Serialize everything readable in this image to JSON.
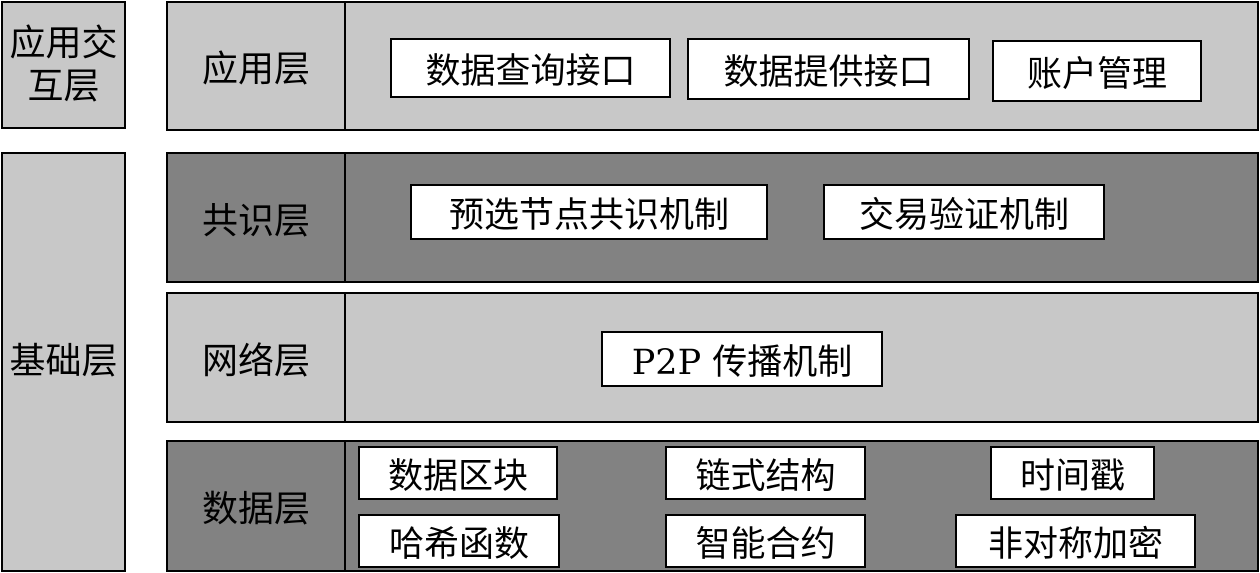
{
  "side_labels": {
    "app_interaction": "应用交\n互层",
    "base": "基础层"
  },
  "layers": {
    "application": {
      "label": "应用层",
      "items": [
        "数据查询接口",
        "数据提供接口",
        "账户管理"
      ]
    },
    "consensus": {
      "label": "共识层",
      "items": [
        "预选节点共识机制",
        "交易验证机制"
      ]
    },
    "network": {
      "label": "网络层",
      "items": [
        "P2P 传播机制"
      ]
    },
    "data": {
      "label": "数据层",
      "items": [
        "数据区块",
        "链式结构",
        "时间戳",
        "哈希函数",
        "智能合约",
        "非对称加密"
      ]
    }
  },
  "colors": {
    "light_fill": "#c8c8c8",
    "dark_fill": "#828282",
    "chip_fill": "#ffffff",
    "border": "#000000"
  }
}
